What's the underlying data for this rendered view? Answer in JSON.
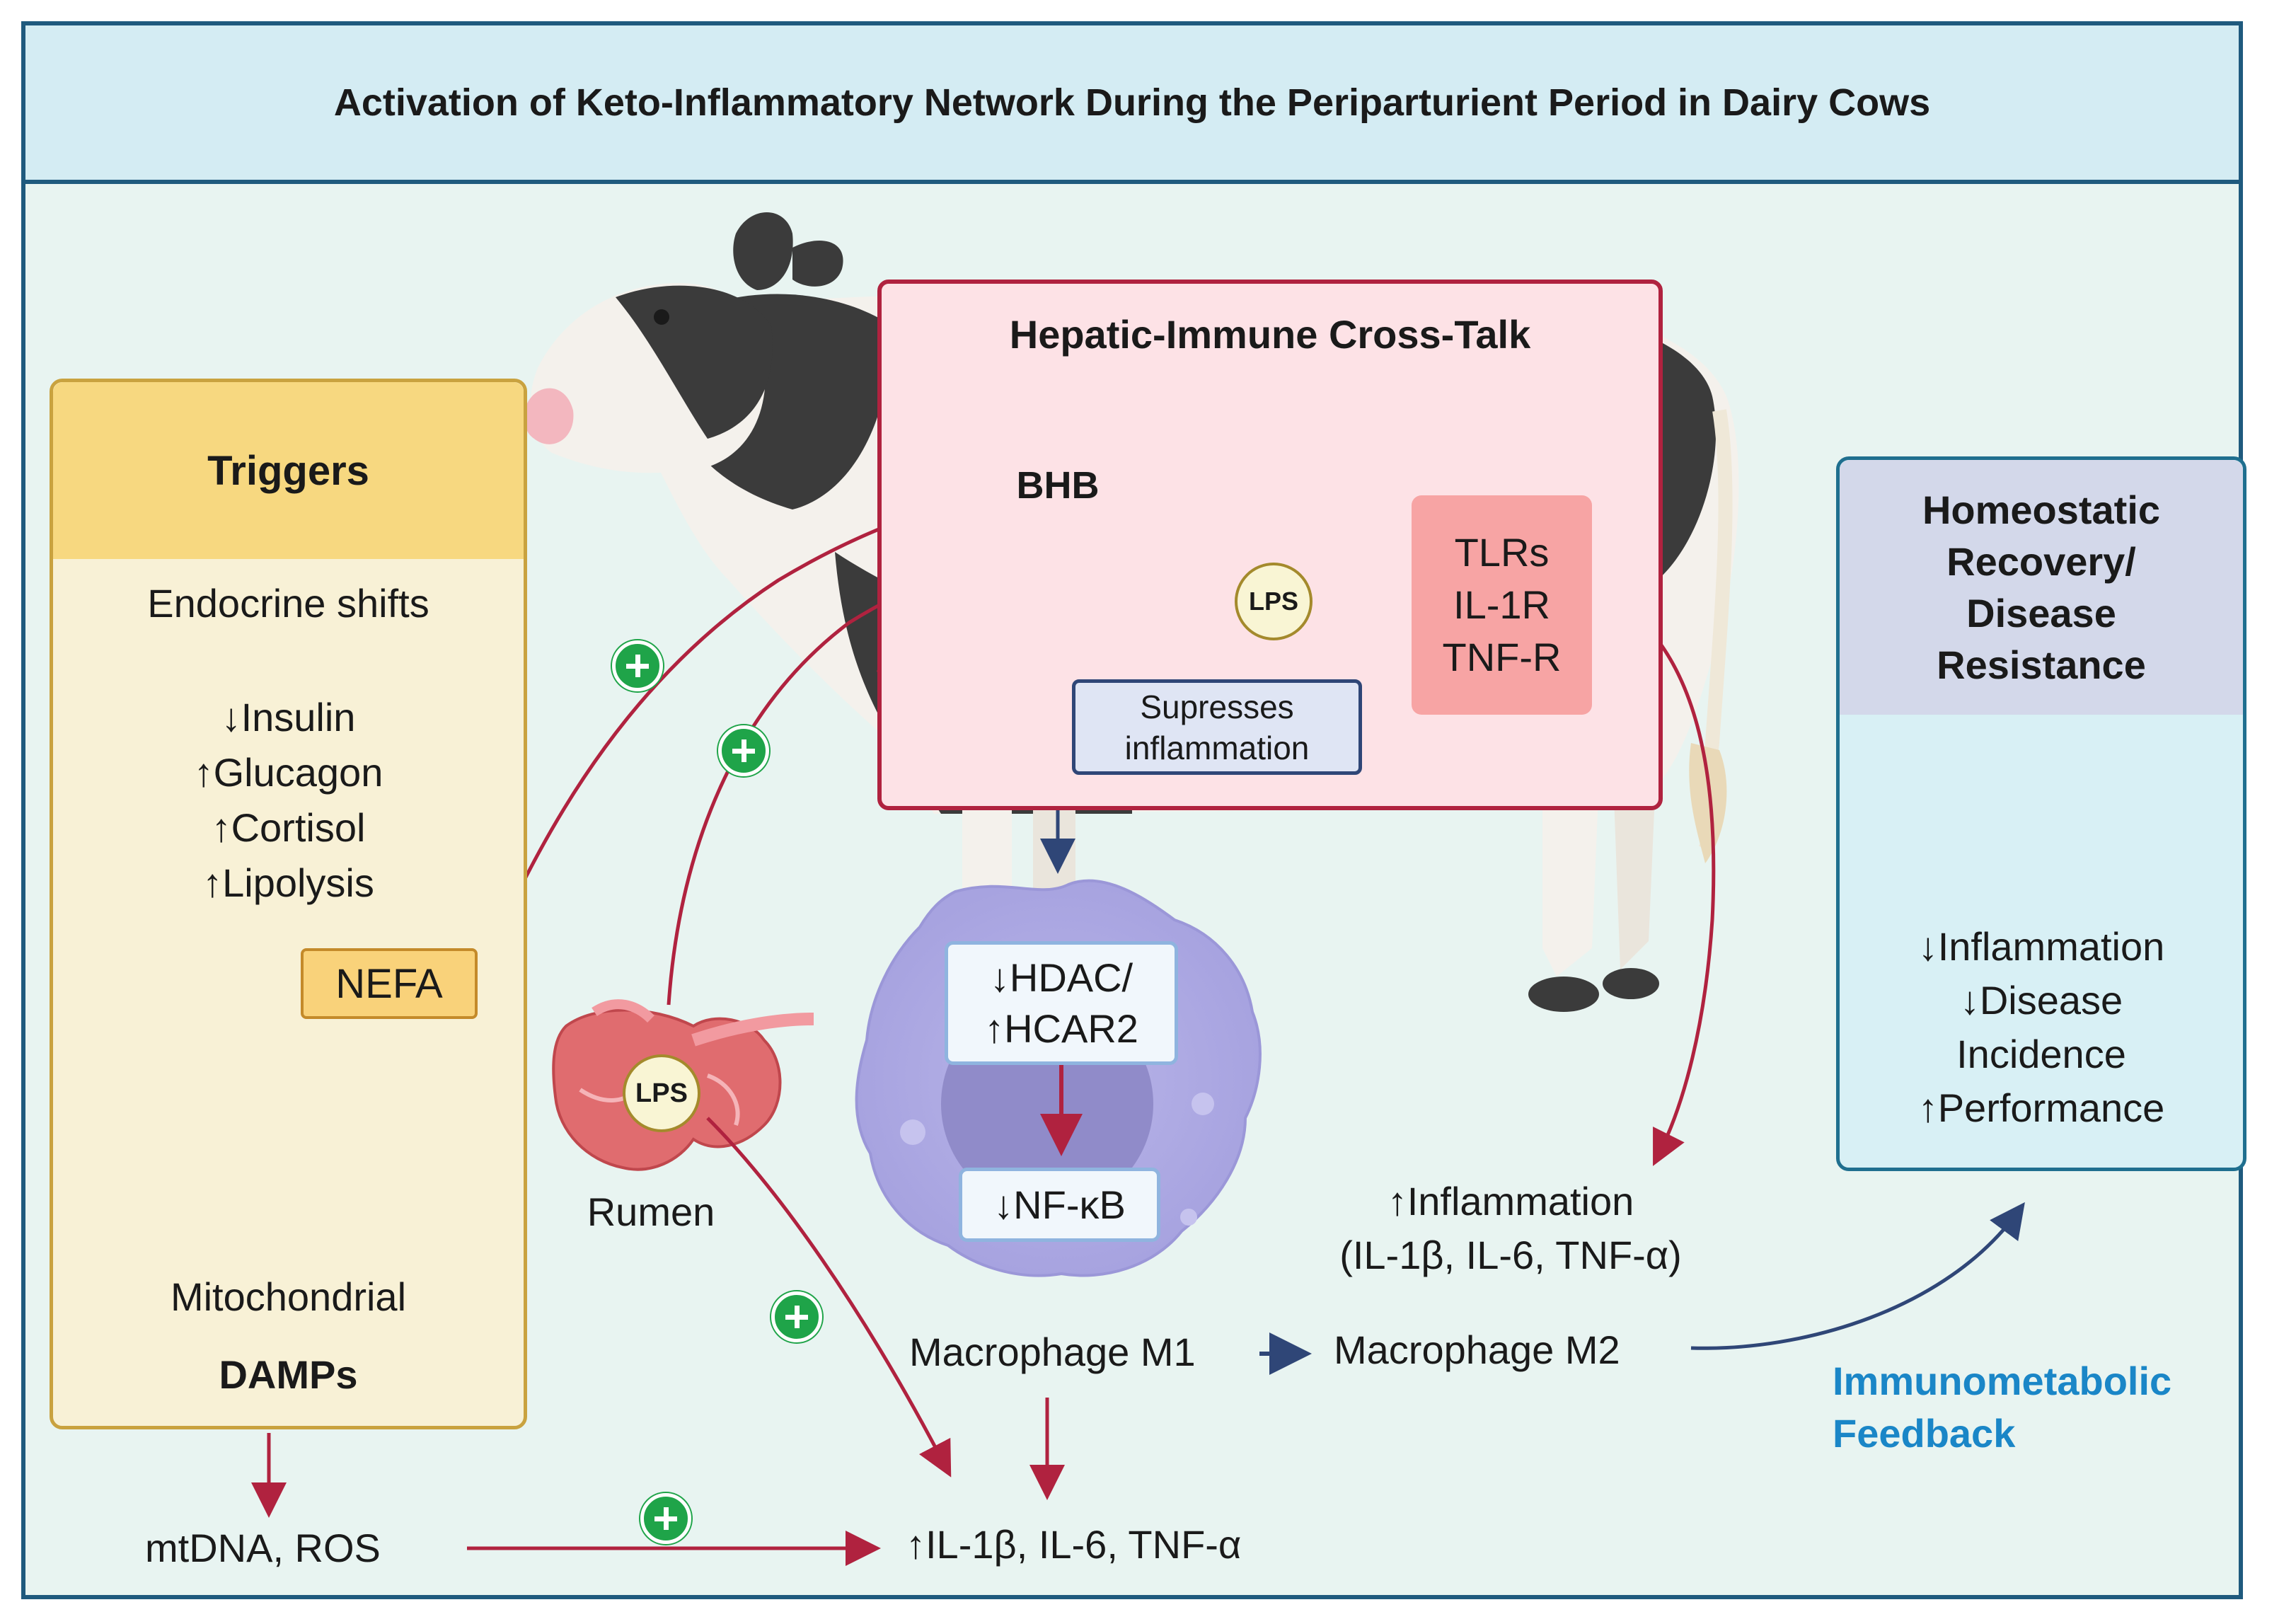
{
  "title": "Activation of Keto-Inflammatory Network During the Periparturient Period in Dairy Cows",
  "triggers": {
    "heading": "Triggers",
    "endocrine_heading": "Endocrine shifts",
    "endocrine_items": [
      "↓Insulin",
      "↑Glucagon",
      "↑Cortisol",
      "↑Lipolysis"
    ],
    "nefa": "NEFA",
    "mito_label": "Mitochondrial",
    "damps_label": "DAMPs"
  },
  "mtdna_ros": "mtDNA, ROS",
  "hepatic": {
    "heading": "Hepatic-Immune Cross-Talk",
    "bhb": "BHB",
    "lps": "LPS",
    "receptors": [
      "TLRs",
      "IL-1R",
      "TNF-R"
    ],
    "suppress": [
      "Supresses",
      "inflammation"
    ]
  },
  "rumen": {
    "label": "Rumen",
    "lps": "LPS"
  },
  "macrophage": {
    "hdac": [
      "↓HDAC/",
      "↑HCAR2"
    ],
    "nfkb": "↓NF-κB",
    "m1": "Macrophage M1",
    "m2": "Macrophage M2"
  },
  "inflammation_up": [
    "↑Inflammation",
    "(IL-1β, IL-6, TNF-α)"
  ],
  "cytokines": "↑IL-1β, IL-6, TNF-α",
  "homeostatic": {
    "heading": [
      "Homeostatic",
      "Recovery/",
      "Disease",
      "Resistance"
    ],
    "outcomes": [
      "↓Inflammation",
      "↓Disease",
      "Incidence",
      "↑Performance"
    ]
  },
  "feedback": [
    "Immunometabolic",
    "Feedback"
  ],
  "icons": [
    "cow-illustration",
    "liver-icon",
    "macrophage-icon",
    "rumen-icon",
    "mitochondrion-icon",
    "shield-icon",
    "fat-droplets-icon",
    "plus-icon"
  ],
  "colors": {
    "frame": "#1f5a7e",
    "activation_arrow": "#b0223f",
    "suppression_arrow": "#2f4677",
    "plus": "#1fa449",
    "feedback_text": "#1a86c7"
  }
}
